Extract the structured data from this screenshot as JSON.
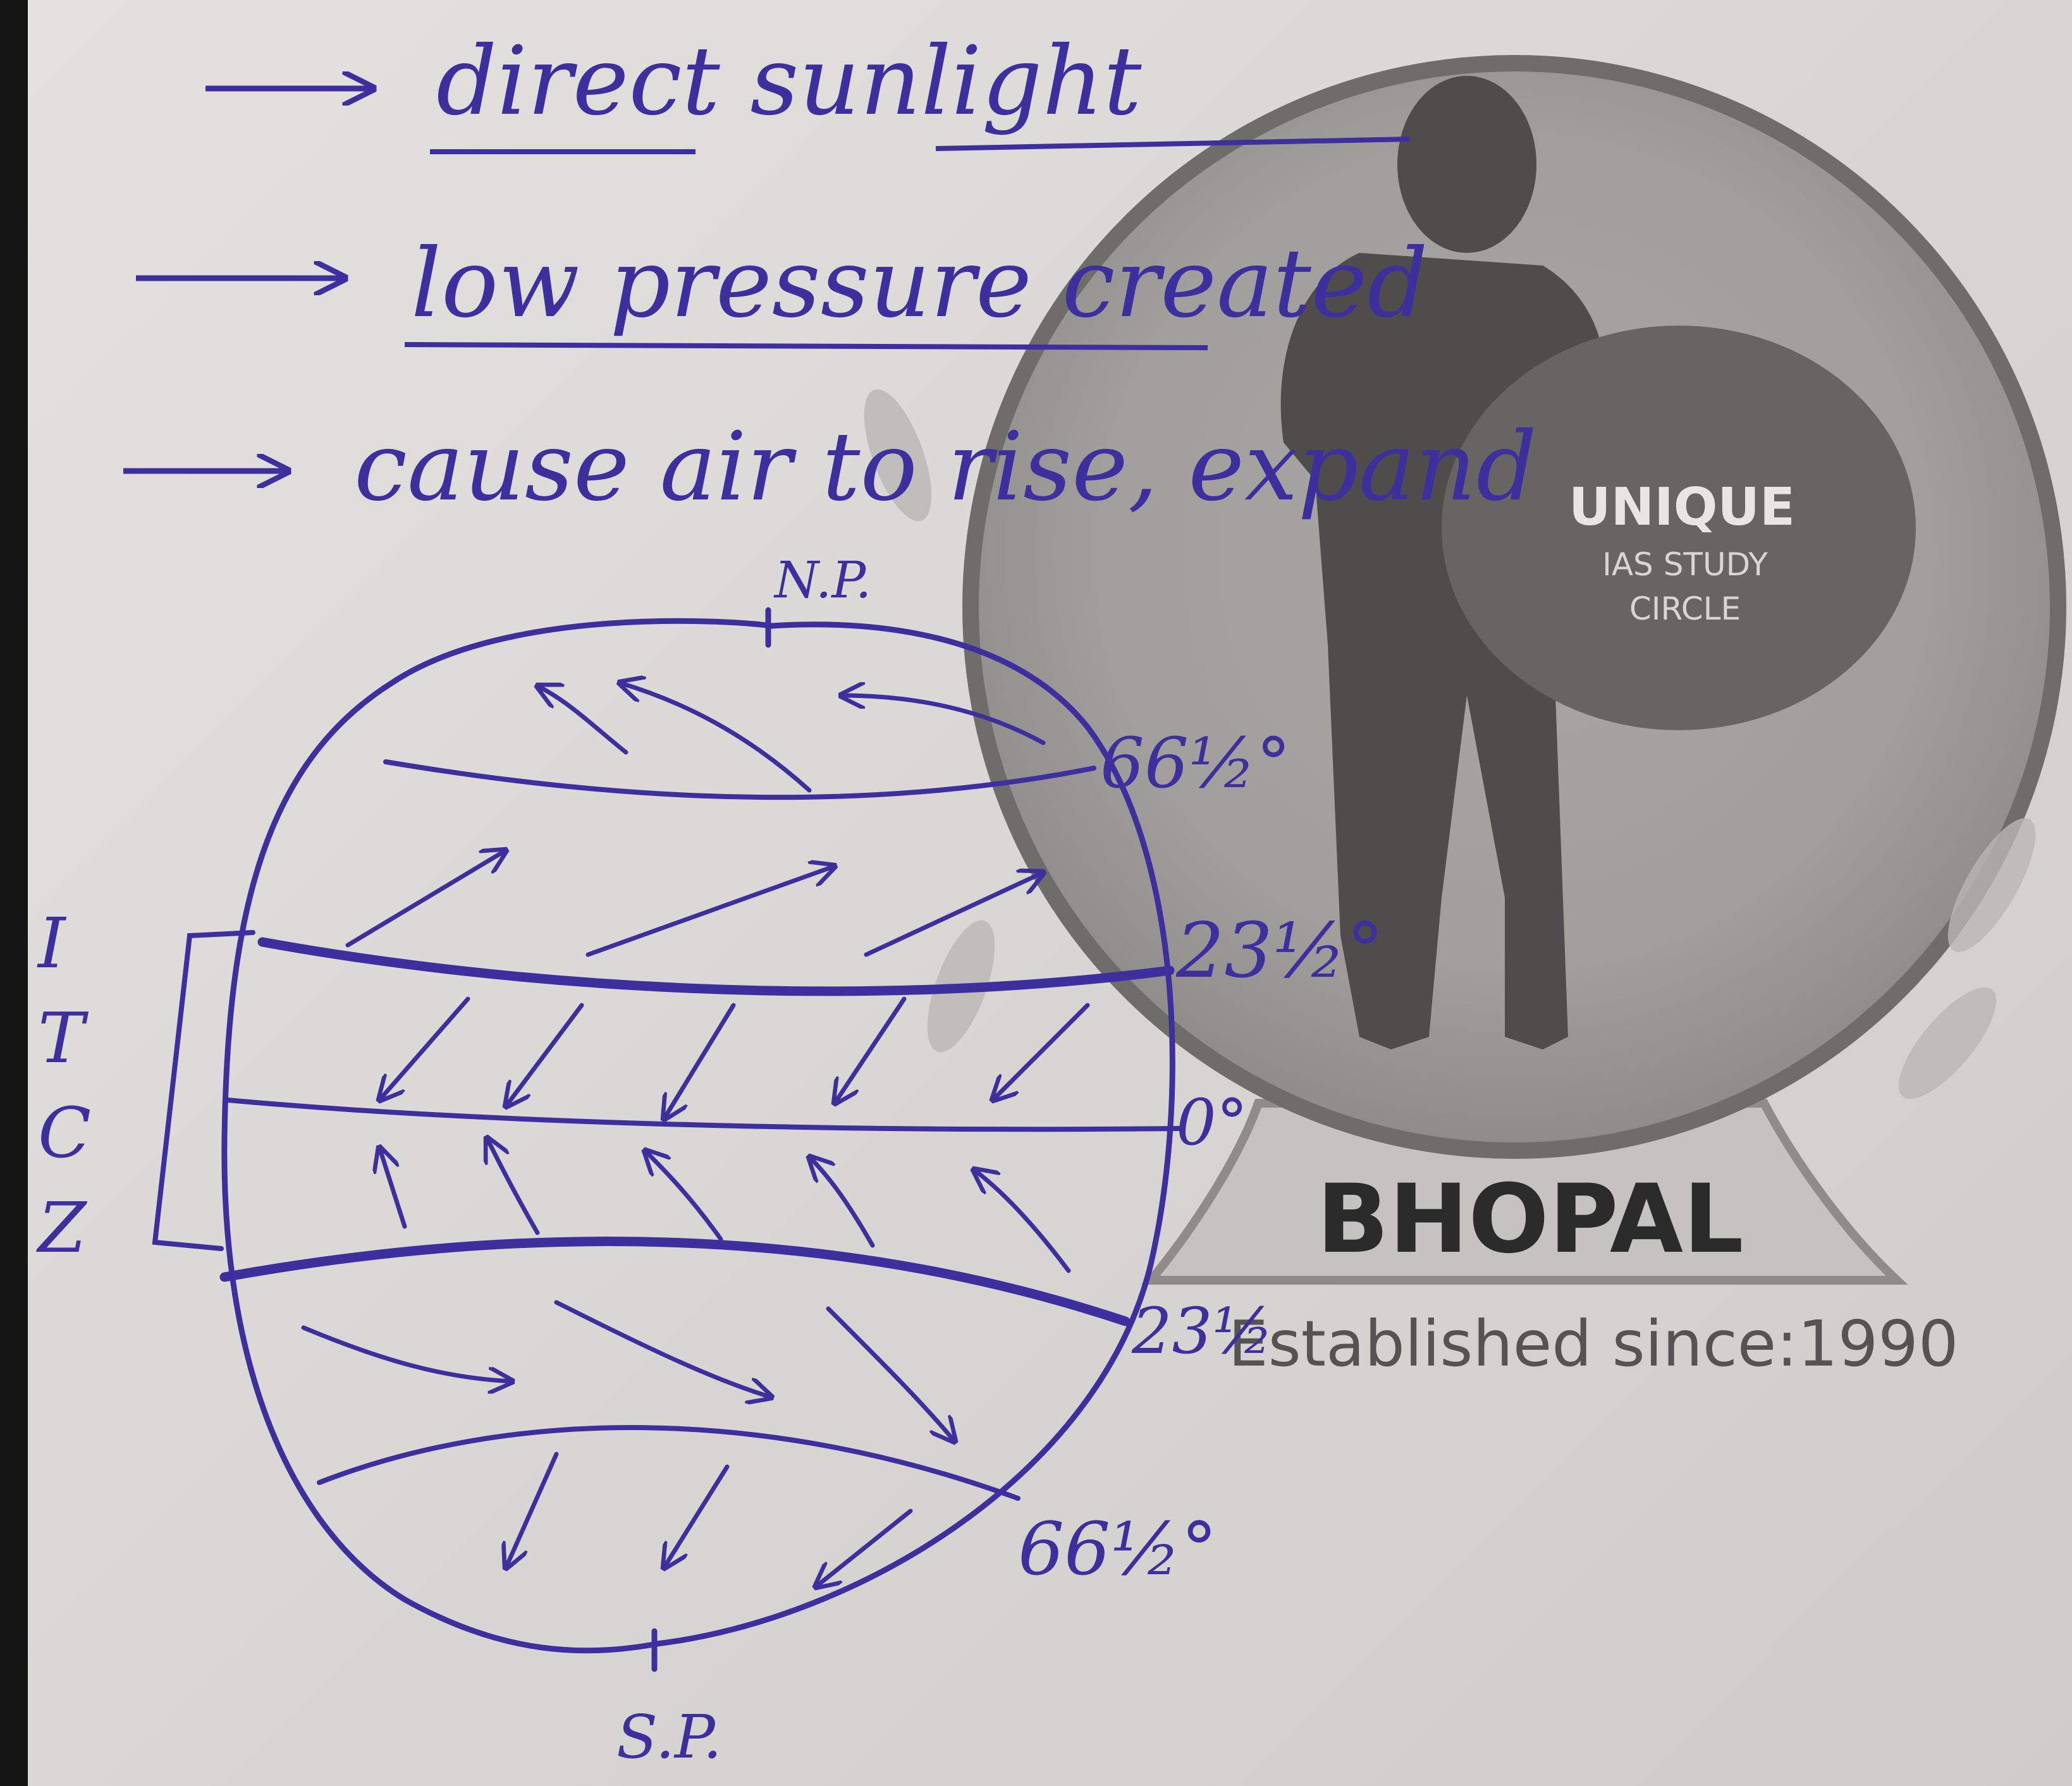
{
  "notes": {
    "line1": "direct sunlight",
    "line2": "low pressure created",
    "line3": "cause air to rise, expand"
  },
  "diagram": {
    "north_pole": "N.P.",
    "south_pole": "S.P.",
    "lat_66_north": "66½°",
    "lat_23_north": "23½°",
    "equator": "0°",
    "lat_23_south": "23½",
    "lat_66_south": "66½°",
    "itcz_label": [
      "I",
      "T",
      "C",
      "Z"
    ]
  },
  "logo": {
    "name_line1": "UNIQUE",
    "name_line2": "IAS STUDY",
    "name_line3": "CIRCLE",
    "city": "BHOPAL",
    "established": "Established since:1990"
  },
  "colors": {
    "ink": "#3d2f9e",
    "paper": "#dedcd9",
    "margin_line": "#1a1a1a",
    "logo_gray": "#9a9896"
  }
}
